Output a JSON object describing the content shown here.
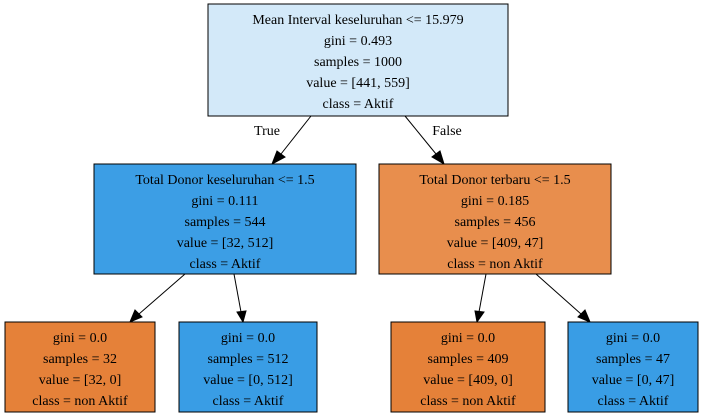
{
  "colors": {
    "root": "#d3e9f9",
    "aktif": "#3c9ee5",
    "nonaktif_light": "#e88e4d",
    "nonaktif": "#e58139",
    "border": "#000000"
  },
  "nodes": {
    "root": {
      "lines": [
        "Mean Interval keseluruhan <= 15.979",
        "gini = 0.493",
        "samples = 1000",
        "value = [441, 559]",
        "class = Aktif"
      ],
      "color": "#d3e9f9"
    },
    "left": {
      "lines": [
        "Total Donor keseluruhan <= 1.5",
        "gini = 0.111",
        "samples = 544",
        "value = [32, 512]",
        "class = Aktif"
      ],
      "color": "#3c9ee5"
    },
    "right": {
      "lines": [
        "Total Donor terbaru <= 1.5",
        "gini = 0.185",
        "samples = 456",
        "value = [409, 47]",
        "class = non Aktif"
      ],
      "color": "#e88e4d"
    },
    "leaf1": {
      "lines": [
        "gini = 0.0",
        "samples = 32",
        "value = [32, 0]",
        "class = non Aktif"
      ],
      "color": "#e58139"
    },
    "leaf2": {
      "lines": [
        "gini = 0.0",
        "samples = 512",
        "value = [0, 512]",
        "class = Aktif"
      ],
      "color": "#399de5"
    },
    "leaf3": {
      "lines": [
        "gini = 0.0",
        "samples = 409",
        "value = [409, 0]",
        "class = non Aktif"
      ],
      "color": "#e58139"
    },
    "leaf4": {
      "lines": [
        "gini = 0.0",
        "samples = 47",
        "value = [0, 47]",
        "class = Aktif"
      ],
      "color": "#399de5"
    }
  },
  "edges": {
    "true_label": "True",
    "false_label": "False"
  }
}
